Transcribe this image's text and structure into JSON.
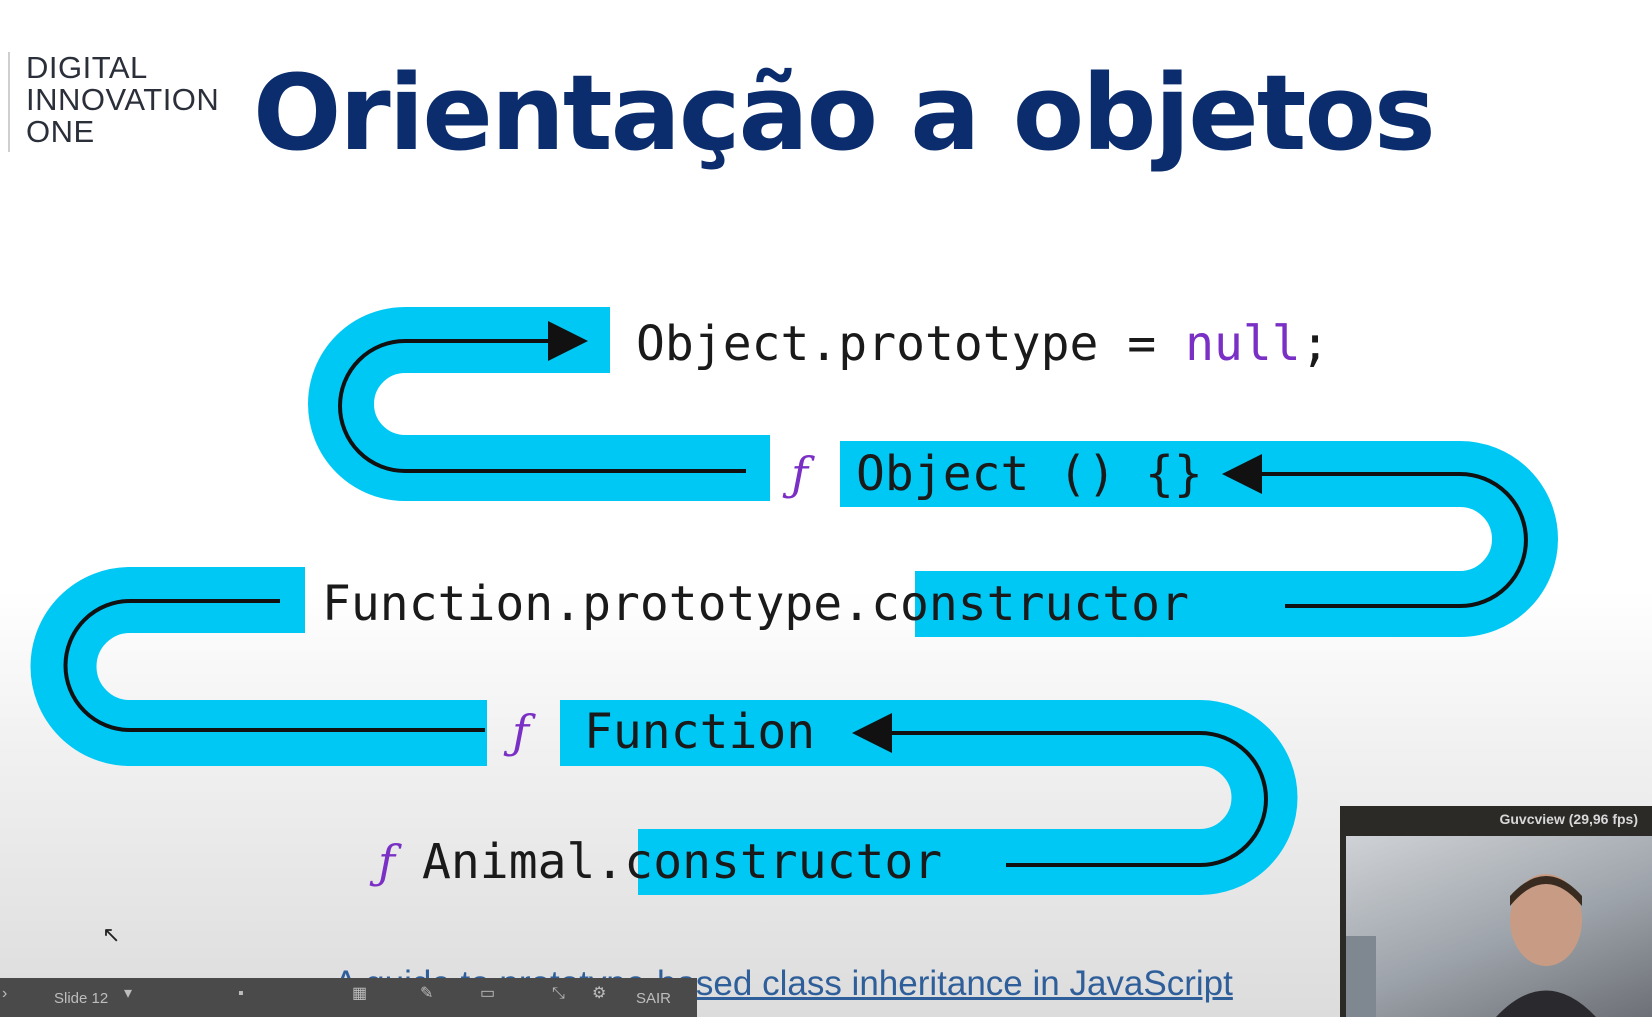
{
  "brand": {
    "line1": "DIGITAL",
    "line2": "INNOVATION",
    "line3": "ONE"
  },
  "slide": {
    "title": "Orientação a objetos"
  },
  "diagram": {
    "row1": {
      "text": "Object.prototype = ",
      "keyword": "null",
      "end": ";"
    },
    "row2": {
      "f": "ƒ",
      "text": "Object () {}"
    },
    "row3": {
      "prefix": "Function.prototype.",
      "highlight": "constructor"
    },
    "row4": {
      "f": "ƒ",
      "text": "Function"
    },
    "row5": {
      "f": "ƒ",
      "prefix": "Animal.",
      "highlight": "constructor"
    },
    "colors": {
      "pipe": "#00c8f5",
      "arrow": "#111111",
      "keyword": "#7a2fc5",
      "title": "#0b2d6e"
    }
  },
  "link": {
    "text": "A guide to prototype-based class inheritance in JavaScript"
  },
  "taskbar": {
    "slide_label": "Slide 12",
    "exit_label": "SAIR"
  },
  "webcam": {
    "title": "Guvcview (29,96 fps)"
  }
}
